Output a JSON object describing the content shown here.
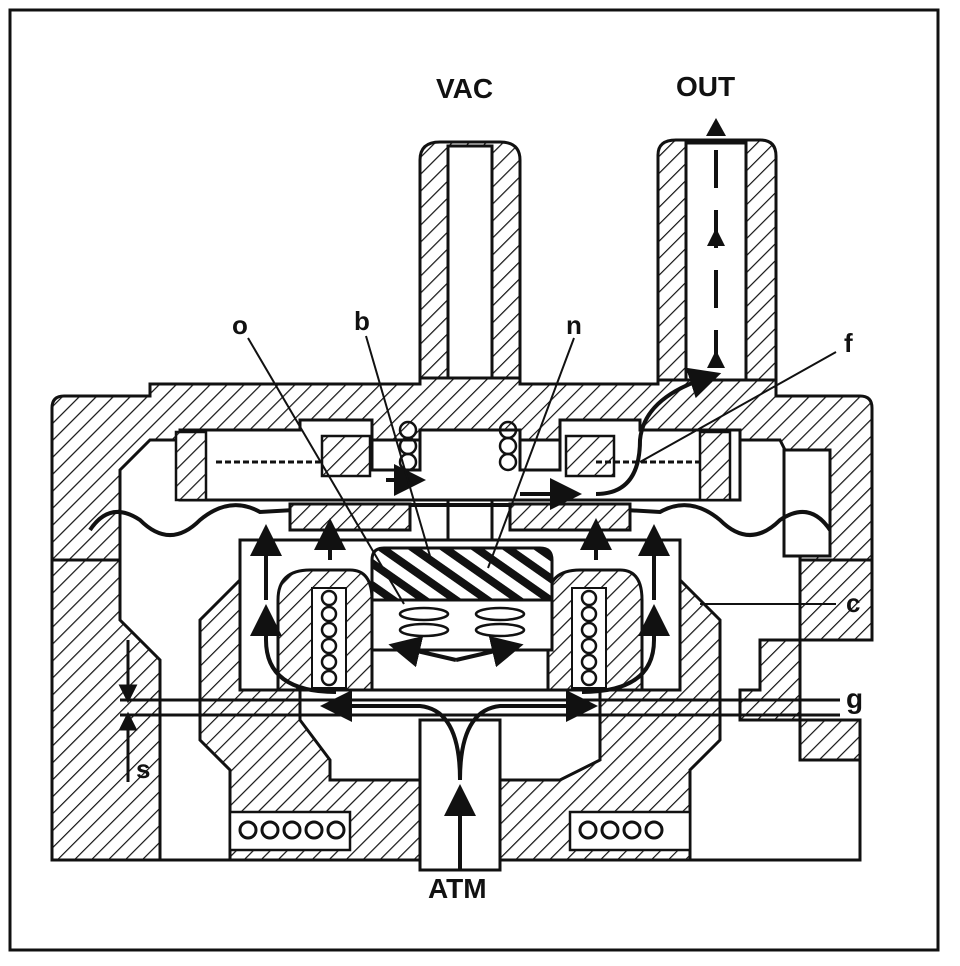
{
  "labels": {
    "vac": "VAC",
    "out": "OUT",
    "atm": "ATM",
    "o": "o",
    "b": "b",
    "n": "n",
    "f": "f",
    "c": "c",
    "g": "g",
    "s": "s"
  },
  "colors": {
    "ink": "#111111",
    "paper": "#ffffff"
  }
}
